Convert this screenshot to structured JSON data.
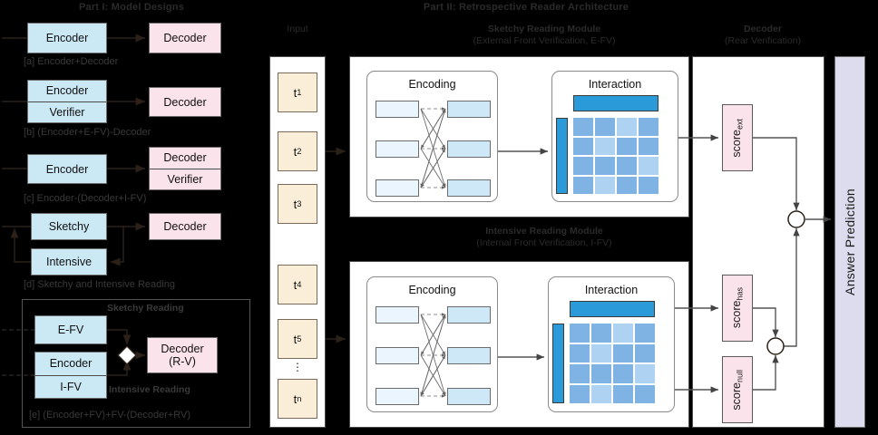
{
  "part1": {
    "title": "Part I: Model Designs",
    "rows": [
      {
        "left": "Encoder",
        "right": "Decoder",
        "caption": "[a] Encoder+Decoder"
      },
      {
        "left_top": "Encoder",
        "left_bottom": "Verifier",
        "right": "Decoder",
        "caption": "[b] (Encoder+E-FV)-Decoder"
      },
      {
        "left": "Encoder",
        "right_top": "Decoder",
        "right_bottom": "Verifier",
        "caption": "[c] Encoder-(Decoder+I-FV)"
      },
      {
        "left_top": "Sketchy",
        "left_bottom": "Intensive",
        "right": "Decoder",
        "caption": "[d] Sketchy and Intensive Reading"
      },
      {
        "e_top": "E-FV",
        "e_mid": "Encoder",
        "e_bottom": "I-FV",
        "note_top": "Sketchy  Reading",
        "note_bottom": "Intensive Reading",
        "decoder_l1": "Decoder",
        "decoder_l2": "(R-V)",
        "caption": "[e] (Encoder+FV)+FV-(Decoder+RV)"
      }
    ]
  },
  "part2": {
    "title": "Part II: Retrospective Reader Architecture",
    "input": {
      "label": "Input",
      "tokens": [
        "t1",
        "t2",
        "t3",
        "t4",
        "t5",
        "tn"
      ],
      "token_base": "t",
      "token_subs": [
        "1",
        "2",
        "3",
        "4",
        "5",
        "n"
      ],
      "ellipsis": "⋮"
    },
    "sketchy": {
      "title": "Sketchy Reading Module",
      "subtitle": "(External Front Verification, E-FV)",
      "encoding_label": "Encoding",
      "interaction_label": "Interaction"
    },
    "intensive": {
      "title": "Intensive Reading Module",
      "subtitle": "(Internal Front Verification, I-FV)",
      "encoding_label": "Encoding",
      "interaction_label": "Interaction"
    },
    "decoder": {
      "title": "Decoder",
      "subtitle": "(Rear Verification)",
      "scores": [
        {
          "base": "score",
          "sub": "ext"
        },
        {
          "base": "score",
          "sub": "has"
        },
        {
          "base": "score",
          "sub": "null"
        }
      ]
    },
    "answer": {
      "label": "Answer Prediction"
    }
  },
  "matrix": {
    "rows": 4,
    "cols": 4,
    "cells": [
      [
        "A",
        "A",
        "B",
        "A"
      ],
      [
        "A",
        "B",
        "A",
        "A"
      ],
      [
        "A",
        "A",
        "A",
        "B"
      ],
      [
        "A",
        "B",
        "A",
        "A"
      ]
    ]
  },
  "colors": {
    "encoder": "#cbe8f5",
    "decoder": "#fbe3ec",
    "token": "#fbeed9",
    "bar_blue": "#2b9ad9",
    "cell_dark": "#7fb3e3",
    "cell_light": "#aed2f2",
    "answer": "#dcdcee",
    "background": "#000000"
  }
}
